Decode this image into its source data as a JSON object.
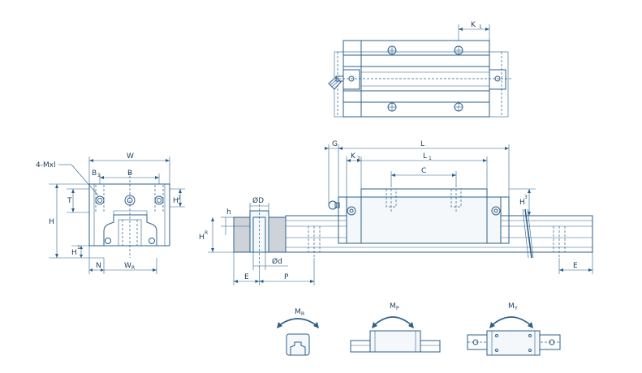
{
  "colors": {
    "line": "#2c5f8a",
    "text": "#1a3d5c",
    "section_fill": "#cdd3d9",
    "body_fill": "#dde7ef"
  },
  "top_view": {
    "k1_label": "K",
    "k1_sub": "1"
  },
  "front_view": {
    "w_label": "W",
    "b1_label": "B",
    "b1_sub": "1",
    "b_label": "B",
    "thread_label": "4-Mxl",
    "t_label": "T",
    "h_label": "H",
    "h2_label": "H",
    "h2_sub": "2",
    "h1_label": "H",
    "h1_sub": "1",
    "n_label": "N",
    "wr_label": "W",
    "wr_sub": "R"
  },
  "side_view": {
    "g_label": "G",
    "l_label": "L",
    "k2_label": "K",
    "k2_sub": "2",
    "l1_label": "L",
    "l1_sub": "1",
    "c_label": "C",
    "h3_label": "H",
    "h3_sub": "3",
    "od_big_label": "ØD",
    "h_small_label": "h",
    "hr_label": "H",
    "hr_sub": "R",
    "od_small_label": "Ød",
    "e_left_label": "E",
    "p_label": "P",
    "e_right_label": "E"
  },
  "moments": {
    "mr_label": "M",
    "mr_sub": "R",
    "mp_label": "M",
    "mp_sub": "P",
    "my_label": "M",
    "my_sub": "Y"
  }
}
